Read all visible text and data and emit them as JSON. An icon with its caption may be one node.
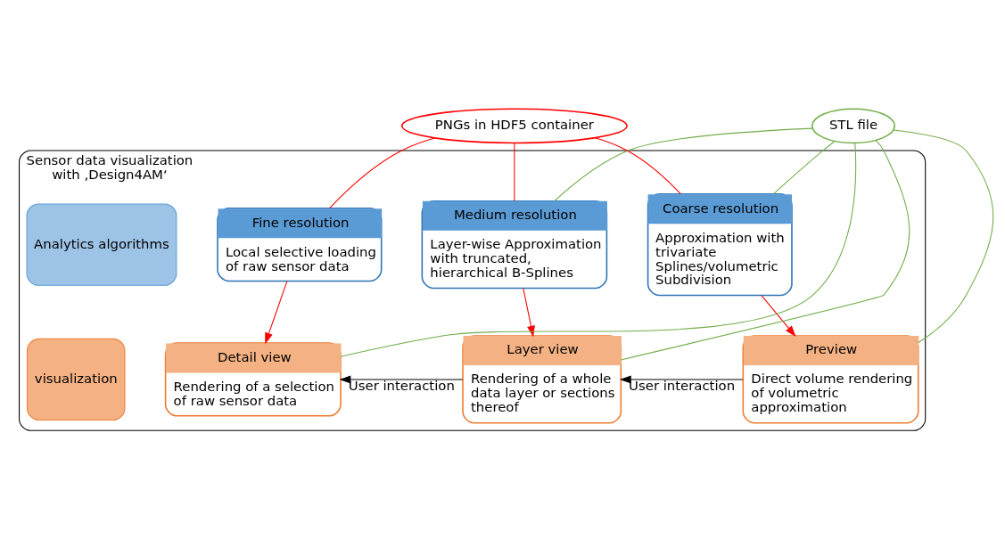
{
  "diagram": {
    "nodes": [
      {
        "text": [
          "Sensor data visualization",
          "with ‚Design4AM‘"
        ]
      },
      {
        "text": [
          "STL file"
        ]
      },
      {
        "text": [
          "PNGs in HDF5 container"
        ]
      },
      {
        "text": [
          "Analytics algorithms"
        ],
        "in": 0
      },
      {
        "text": [
          "Coarse resolution",
          "Approximation with trivariate Splines/volumetric Subdivision"
        ],
        "in": 0
      },
      {
        "text": [
          "Medium resolution",
          "Layer-wise Approximation with truncated, hierarchical B-Splines"
        ],
        "in": 0
      },
      {
        "text": [
          "Fine resolution",
          "Local selective loading of raw sensor data"
        ],
        "in": 0
      },
      {
        "text": [
          "visualization"
        ],
        "in": 0
      },
      {
        "text": [
          "Preview",
          "Direct volume rendering of volumetric approximation"
        ],
        "in": 0
      },
      {
        "text": [
          "Layer view",
          "Rendering of a whole data layer or sections thereof"
        ],
        "in": 0
      },
      {
        "text": [
          "Detail view",
          "Rendering of a selection of raw sensor data"
        ],
        "in": 0
      }
    ],
    "edges": [
      {
        "from": 2,
        "to": 4,
        "arrow": "none",
        "color": "#ff0000"
      },
      {
        "from": 2,
        "to": 5,
        "arrow": "none",
        "color": "#ff0000"
      },
      {
        "from": 2,
        "to": 6,
        "arrow": "none",
        "color": "#ff0000"
      },
      {
        "from": 1,
        "to": 4,
        "arrow": "none",
        "color": "#70ad47"
      },
      {
        "from": 1,
        "to": 5,
        "arrow": "none",
        "color": "#70ad47"
      },
      {
        "from": 4,
        "to": 8,
        "arrow": "to",
        "color": "#ff0000"
      },
      {
        "from": 5,
        "to": 9,
        "arrow": "to",
        "color": "#ff0000"
      },
      {
        "from": 6,
        "to": 10,
        "arrow": "to",
        "color": "#ff0000"
      },
      {
        "from": 1,
        "to": 8,
        "arrow": "none",
        "color": "#70ad47"
      },
      {
        "from": 1,
        "to": 9,
        "arrow": "none",
        "color": "#70ad47"
      },
      {
        "from": 1,
        "to": 10,
        "arrow": "none",
        "color": "#70ad47"
      },
      {
        "from": 8,
        "to": 9,
        "arrow": "to",
        "label": "User interaction",
        "color": "#000000"
      },
      {
        "from": 9,
        "to": 10,
        "arrow": "to",
        "label": "User interaction",
        "color": "#000000"
      }
    ]
  }
}
